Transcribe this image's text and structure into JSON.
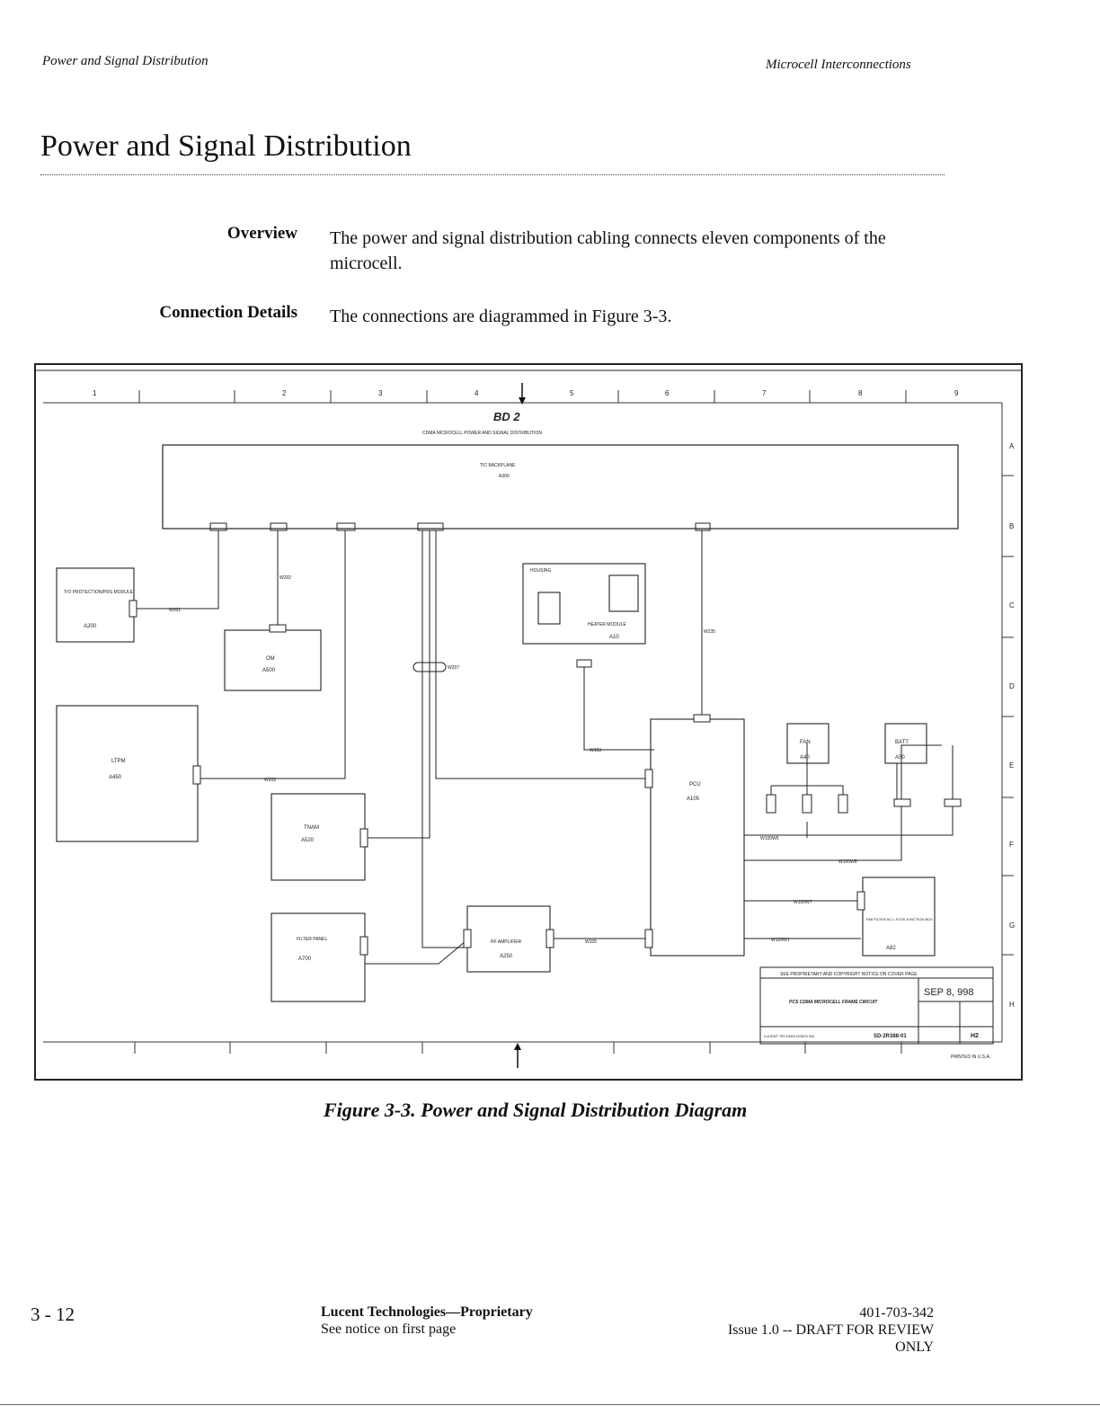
{
  "header": {
    "left": "Power and Signal Distribution",
    "right": "Microcell Interconnections"
  },
  "title": "Power and Signal Distribution",
  "sections": [
    {
      "label": "Overview",
      "text": "The power and signal distribution cabling connects eleven components of the microcell."
    },
    {
      "label": "Connection Details",
      "text": "The connections are diagrammed in Figure 3-3."
    }
  ],
  "diagram": {
    "sheet_title": "BD 2",
    "sheet_subtitle": "CDMA MICROCELL POWER AND SIGNAL DISTRIBUTION",
    "backplane": "TIC BACKPLANE",
    "backplane_ref": "A300",
    "col_numbers": [
      "1",
      "2",
      "3",
      "4",
      "5",
      "6",
      "7",
      "8",
      "9"
    ],
    "row_letters": [
      "A",
      "B",
      "C",
      "D",
      "E",
      "F",
      "G",
      "H"
    ],
    "components": {
      "protection": {
        "name": "T/O PROTECTION/PRS MODULE",
        "ref": "A200"
      },
      "om": {
        "name": "OM",
        "ref": "A500"
      },
      "ltpm": {
        "name": "LTPM",
        "ref": "A450"
      },
      "tnam": {
        "name": "TNAM",
        "ref": "A520"
      },
      "filter_panel": {
        "name": "FILTER PANEL",
        "ref": "A700"
      },
      "housing": {
        "name": "HOUSING",
        "ref": "A10"
      },
      "heater": {
        "name": "HEATER MODULE",
        "ref": "A10"
      },
      "rf_amp": {
        "name": "RF AMPLIFIER",
        "ref": "A250"
      },
      "pcu": {
        "name": "PCU",
        "ref": "A105"
      },
      "fan": {
        "name": "FAN",
        "ref": "A40"
      },
      "batt": {
        "name": "BATT",
        "ref": "A50"
      },
      "junction": {
        "name": "EMI FILTER AC L-F/220 JUNCTION BOX",
        "ref": "A82"
      }
    },
    "wires": [
      "W201",
      "W202",
      "W203",
      "W205",
      "W207",
      "W235",
      "W203",
      "W103",
      "W100W6",
      "W100W7",
      "W100W8",
      "W120W1"
    ],
    "title_block": {
      "notice": "SEE PROPRIETARY AND COPYRIGHT NOTICE ON COVER PAGE",
      "drawing_title": "PCS CDMA MICROCELL FRAME CIRCUIT",
      "date": "SEP 8, 998",
      "company": "LUCENT TECHNOLOGIES INC",
      "drawing_no": "SD-2R388-01",
      "sheet": "H2",
      "printed": "PRINTED IN U.S.A."
    }
  },
  "caption": "Figure 3-3.  Power and Signal Distribution Diagram",
  "footer": {
    "page": "3 - 12",
    "company": "Lucent Technologies—Proprietary",
    "notice": "See notice on first page",
    "doc_number": "401-703-342",
    "issue_line1": "Issue 1.0 -- DRAFT FOR REVIEW",
    "issue_line2": "ONLY"
  }
}
